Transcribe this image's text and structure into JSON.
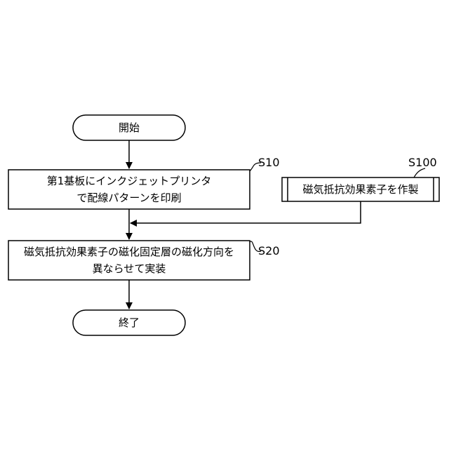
{
  "flowchart": {
    "start": "開始",
    "step1": {
      "line1": "第1基板にインクジェットプリンタ",
      "line2": "で配線パターンを印刷",
      "label": "S10"
    },
    "subprocess": {
      "text": "磁気抵抗効果素子を作製",
      "label": "S100"
    },
    "step2": {
      "line1": "磁気抵抗効果素子の磁化固定層の磁化方向を",
      "line2": "異ならせて実装",
      "label": "S20"
    },
    "end": "終了"
  }
}
